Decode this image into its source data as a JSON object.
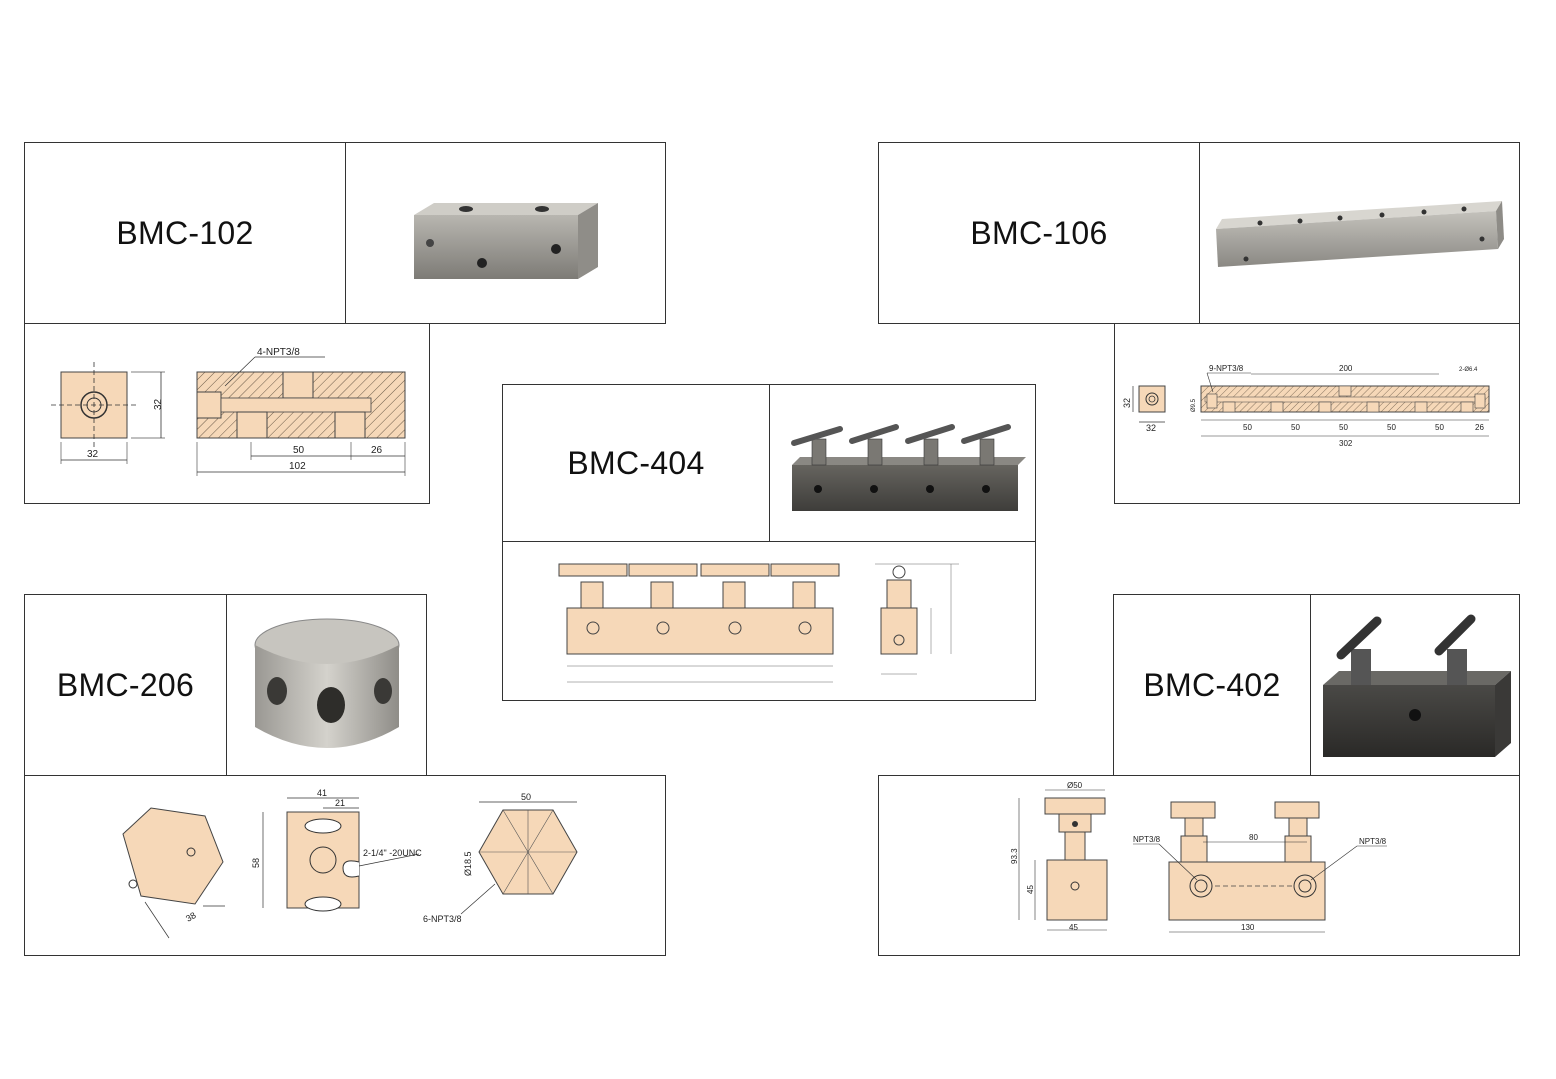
{
  "products": {
    "bmc102": {
      "model": "BMC-102",
      "callout": "4-NPT3/8",
      "dims": {
        "height": "32",
        "width": "32",
        "spacing": "50",
        "end": "26",
        "length": "102"
      }
    },
    "bmc106": {
      "model": "BMC-106",
      "callout_ports": "9-NPT3/8",
      "callout_holes": "2-Ø6.4",
      "dims": {
        "height": "32",
        "width": "32",
        "bore": "Ø9.5",
        "span": "200",
        "spacings": [
          "50",
          "50",
          "50",
          "50",
          "50",
          "26"
        ],
        "length": "302"
      }
    },
    "bmc404": {
      "model": "BMC-404"
    },
    "bmc206": {
      "model": "BMC-206",
      "dims": {
        "flat": "38",
        "width": "41",
        "half": "21",
        "height": "58",
        "thread": "2-1/4\" -20UNC",
        "across": "50",
        "bore": "Ø18.5",
        "ports": "6-NPT3/8"
      }
    },
    "bmc402": {
      "model": "BMC-402",
      "dims": {
        "handle": "Ø50",
        "total_height": "93.3",
        "body_height": "45",
        "body_width": "45",
        "port_left": "NPT3/8",
        "port_right": "NPT3/8",
        "spacing": "80",
        "length": "130"
      }
    }
  }
}
